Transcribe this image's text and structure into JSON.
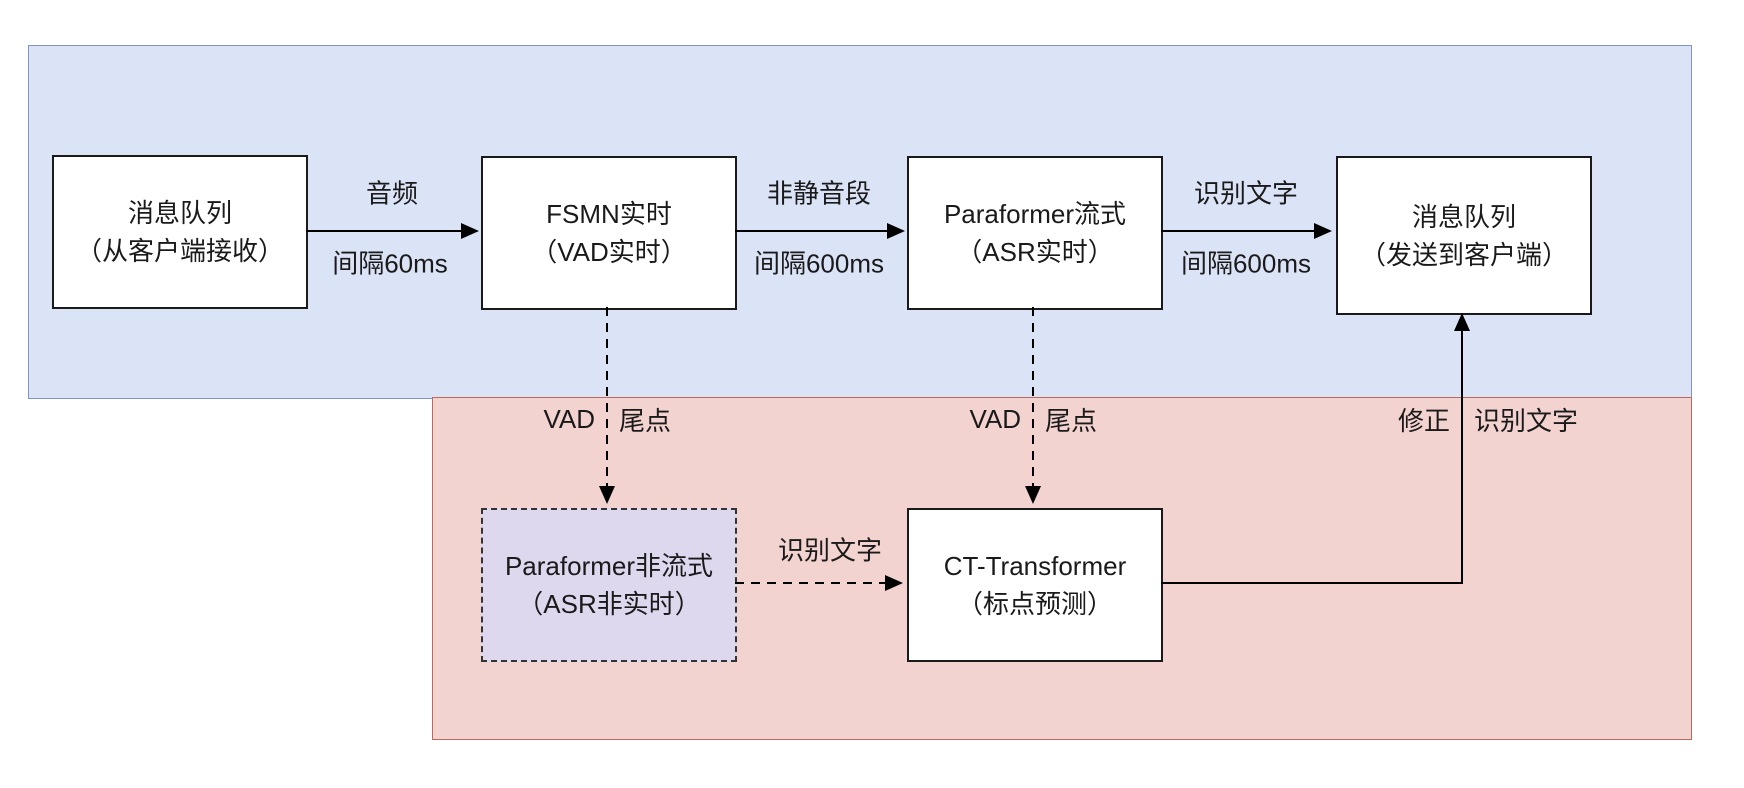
{
  "diagram": {
    "regions": {
      "realtime": {
        "fill": "#dbe3f6",
        "border": "#8294c6"
      },
      "offline": {
        "fill": "#f3d3cf",
        "border": "#bb685e"
      }
    },
    "node_colors": {
      "default_fill": "#ffffff",
      "default_border": "#1a1a1a",
      "offline_asr_fill": "#ded8ee"
    },
    "nodes": {
      "mq_in": {
        "line1": "消息队列",
        "line2": "（从客户端接收）"
      },
      "vad": {
        "line1": "FSMN实时",
        "line2": "（VAD实时）"
      },
      "asr_stream": {
        "line1": "Paraformer流式",
        "line2": "（ASR实时）"
      },
      "mq_out": {
        "line1": "消息队列",
        "line2": "（发送到客户端）"
      },
      "asr_offline": {
        "line1": "Paraformer非流式",
        "line2": "（ASR非实时）"
      },
      "punct": {
        "line1": "CT-Transformer",
        "line2": "（标点预测）"
      }
    },
    "edge_labels": {
      "audio": "音频",
      "interval_60ms": "间隔60ms",
      "non_silence": "非静音段",
      "interval_600ms_1": "间隔600ms",
      "recognized_text_1": "识别文字",
      "interval_600ms_2": "间隔600ms",
      "vad_tail_1": {
        "left": "VAD",
        "right": "尾点"
      },
      "vad_tail_2": {
        "left": "VAD",
        "right": "尾点"
      },
      "correction": {
        "left": "修正",
        "right": "识别文字"
      },
      "recognized_text_2": "识别文字"
    }
  }
}
